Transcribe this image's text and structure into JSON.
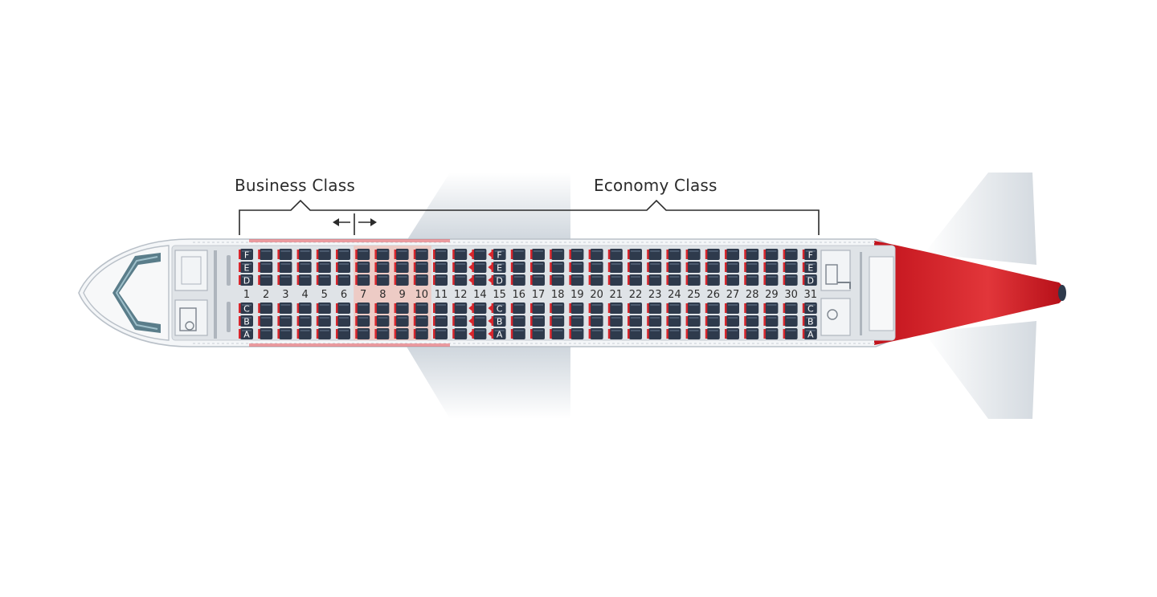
{
  "labels": {
    "business": "Business Class",
    "economy": "Economy Class"
  },
  "rows": [
    "1",
    "2",
    "3",
    "4",
    "5",
    "6",
    "7",
    "8",
    "9",
    "10",
    "11",
    "12",
    "14",
    "15",
    "16",
    "17",
    "18",
    "19",
    "20",
    "21",
    "22",
    "23",
    "24",
    "25",
    "26",
    "27",
    "28",
    "29",
    "30",
    "31"
  ],
  "seat_letters": {
    "upper": [
      "F",
      "E",
      "D"
    ],
    "lower": [
      "C",
      "B",
      "A"
    ]
  },
  "letter_label_rows": [
    "1",
    "15",
    "31"
  ],
  "exit_rows": [
    "12",
    "14"
  ],
  "highlight_rows": [
    "7",
    "8",
    "9",
    "10"
  ],
  "colors": {
    "seat": "#2e3a4c",
    "fuselage": "#eef1f4",
    "cabin": "#d9dde2",
    "accent_red": "#d8262c",
    "highlight": "#f2c3ba",
    "wing": "#dfe4e9",
    "text": "#2b2b2b"
  },
  "icons": [
    "left-arrow-icon",
    "right-arrow-icon",
    "exit-arrow-icon"
  ]
}
